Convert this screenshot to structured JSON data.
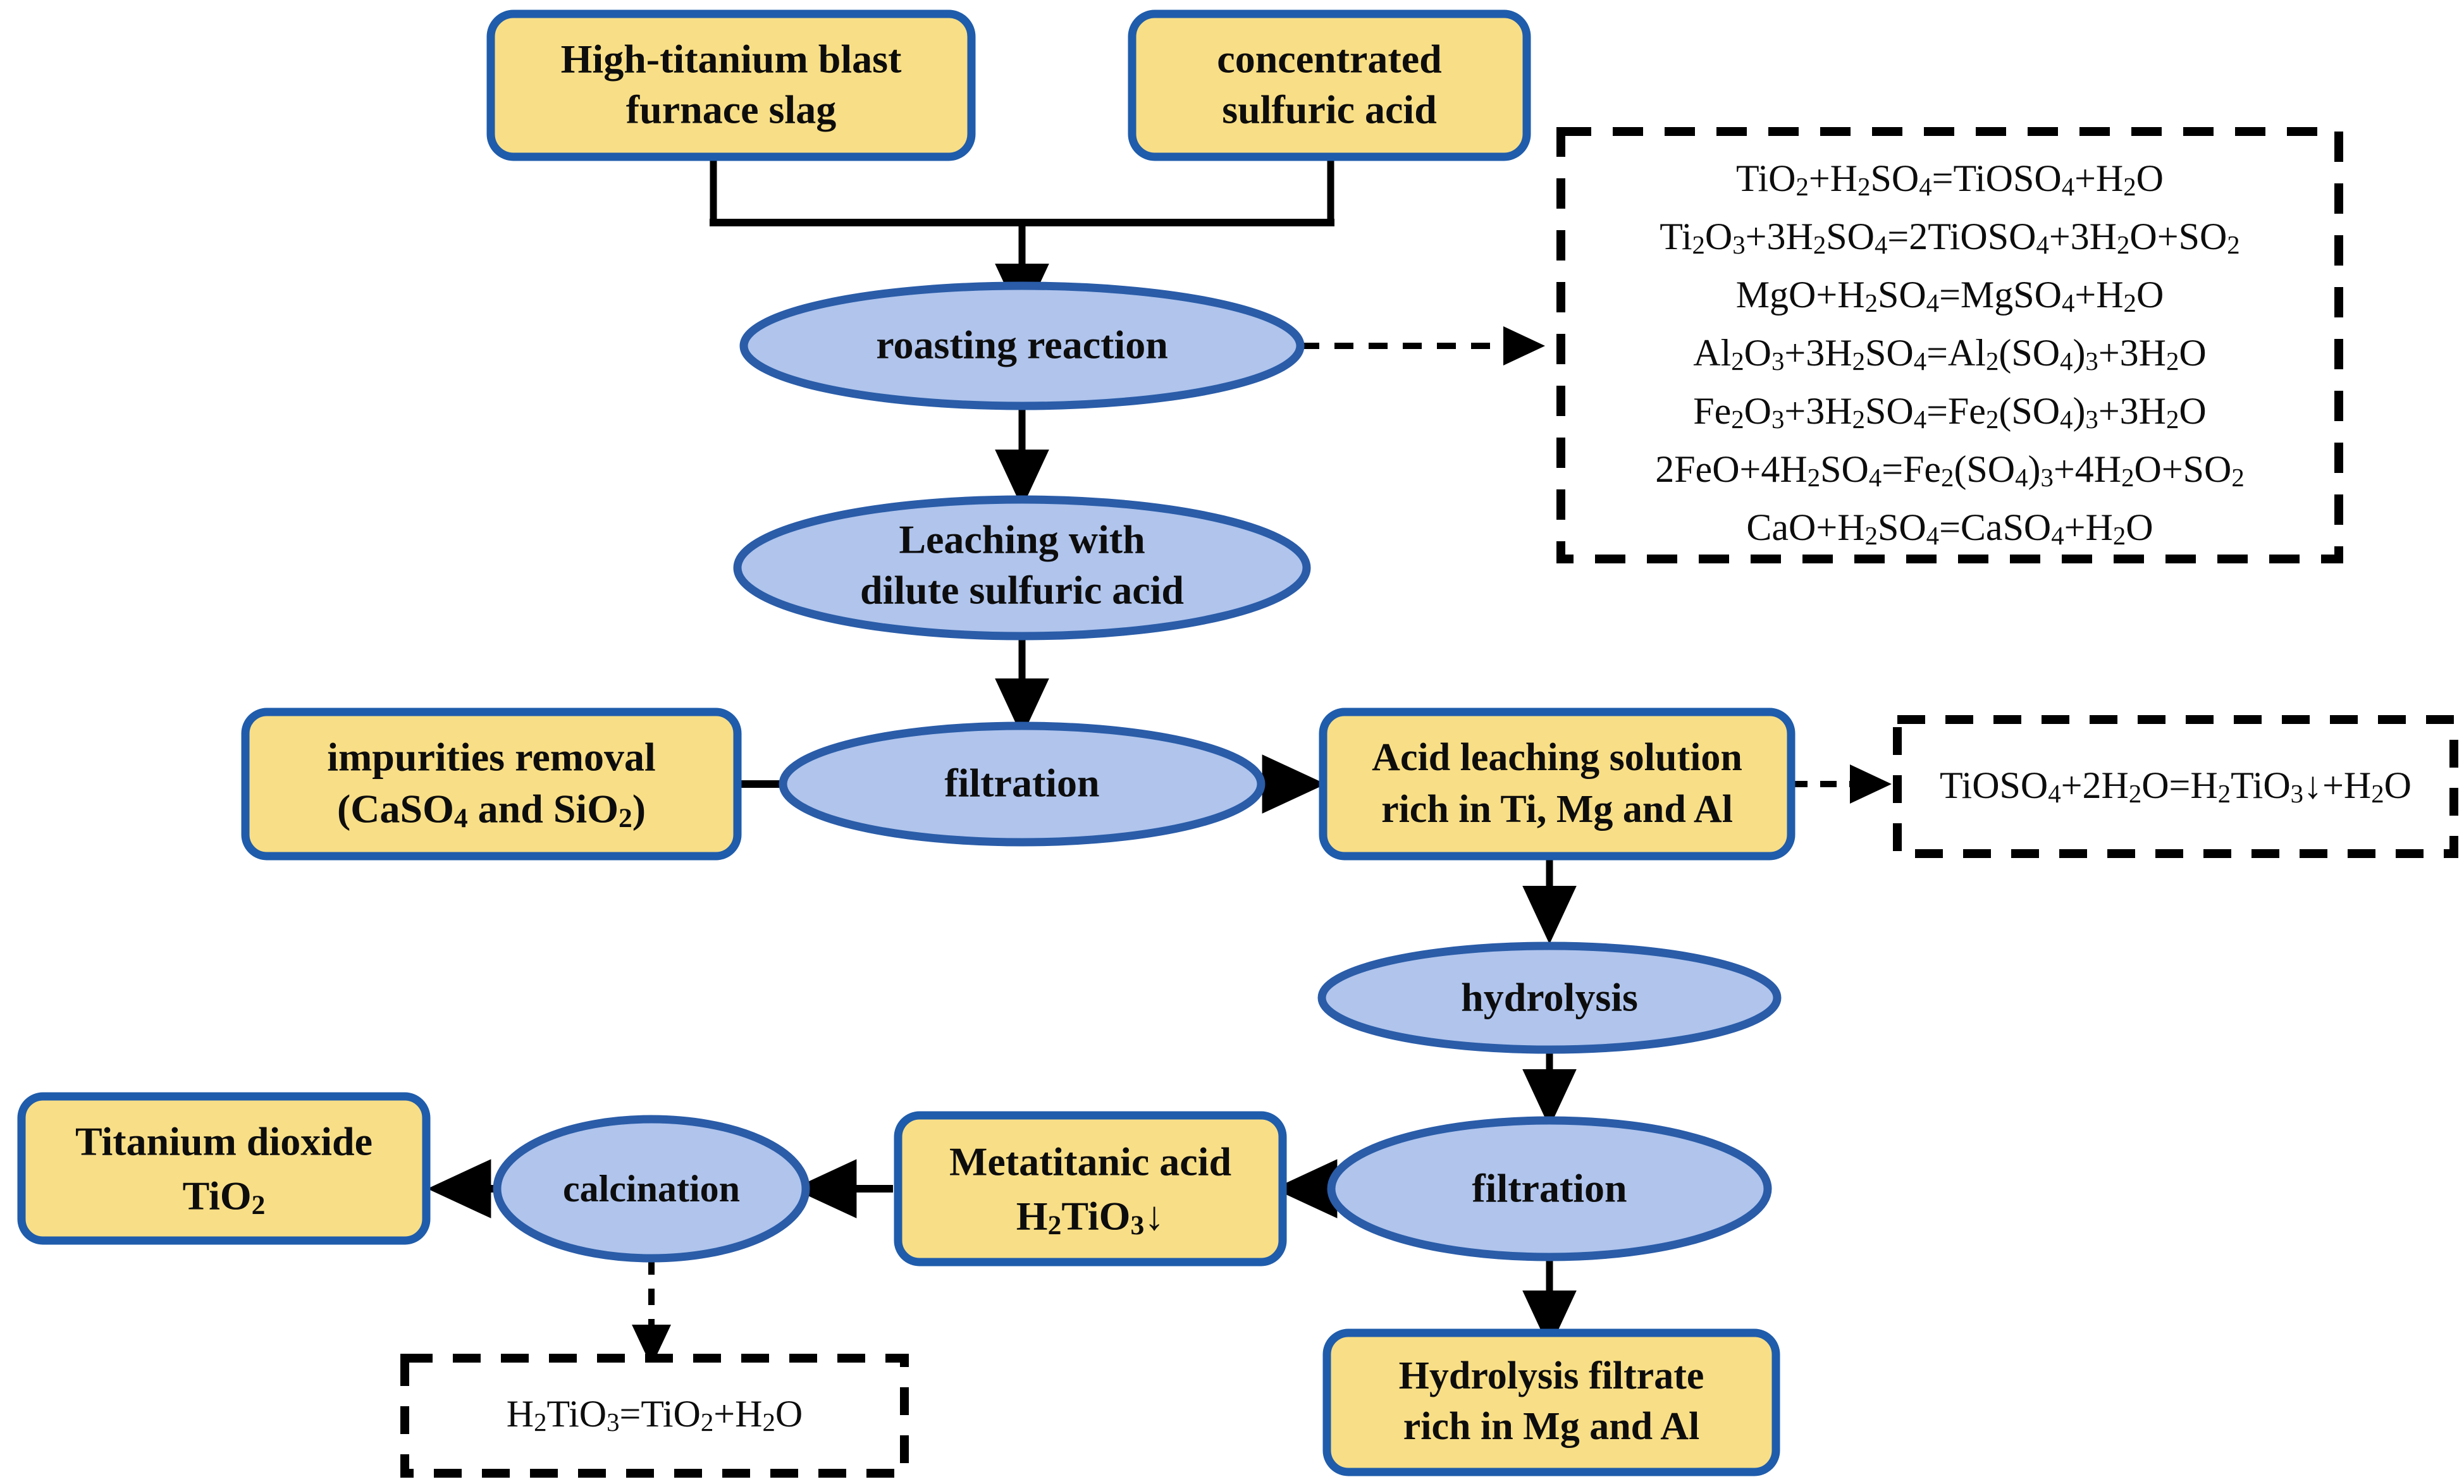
{
  "palette": {
    "box_fill": "#F8DE86",
    "box_stroke": "#1F5CAB",
    "ellipse_fill": "#B0C4EC",
    "ellipse_stroke": "#2A5CA8",
    "line": "#000000",
    "background": "#FFFFFF",
    "text": "#0D0D0D"
  },
  "nodes": {
    "slag": {
      "line1": "High-titanium blast",
      "line2": "furnace slag"
    },
    "acid": {
      "line1": "concentrated",
      "line2": "sulfuric acid"
    },
    "roasting": {
      "line1": "roasting reaction"
    },
    "leaching": {
      "line1": "Leaching with",
      "line2": "dilute sulfuric acid"
    },
    "filtration1": {
      "line1": "filtration"
    },
    "impurities": {
      "line1": "impurities removal",
      "line2": "(CaSO4 and SiO2)"
    },
    "acid_leach_solution": {
      "line1": "Acid leaching solution",
      "line2": "rich in Ti, Mg and Al"
    },
    "hydrolysis": {
      "line1": "hydrolysis"
    },
    "filtration2": {
      "line1": "filtration"
    },
    "metatitanic": {
      "line1": "Metatitanic acid",
      "line2": "H2TiO3↓"
    },
    "calcination": {
      "line1": "calcination"
    },
    "tio2": {
      "line1": "Titanium dioxide",
      "line2": "TiO2"
    },
    "hydrolysis_filtrate": {
      "line1": "Hydrolysis filtrate",
      "line2": "rich in Mg and Al"
    }
  },
  "equation_boxes": {
    "roasting_equations": {
      "lines": [
        "TiO2+H2SO4=TiOSO4+H2O",
        "Ti2O3+3H2SO4=2TiOSO4+3H2O+SO2",
        "MgO+H2SO4=MgSO4+H2O",
        "Al2O3+3H2SO4=Al2(SO4)3+3H2O",
        "Fe2O3+3H2SO4=Fe2(SO4)3+3H2O",
        "2FeO+4H2SO4=Fe2(SO4)3+4H2O+SO2",
        "CaO+H2SO4=CaSO4+H2O"
      ]
    },
    "hydrolysis_equation": {
      "lines": [
        "TiOSO4+2H2O=H2TiO3↓+H2O"
      ]
    },
    "calcination_equation": {
      "lines": [
        "H2TiO3=TiO2+H2O"
      ]
    }
  },
  "chart_data": {
    "type": "table",
    "title": "Sulfuric acid process flowsheet for TiO2 from high-titanium blast furnace slag",
    "process_steps": [
      "High-titanium blast furnace slag",
      "concentrated sulfuric acid",
      "roasting reaction",
      "Leaching with dilute sulfuric acid",
      "filtration",
      "impurities removal (CaSO4 and SiO2)",
      "Acid leaching solution rich in Ti, Mg and Al",
      "hydrolysis",
      "filtration",
      "Metatitanic acid H2TiO3",
      "calcination",
      "Titanium dioxide TiO2",
      "Hydrolysis filtrate rich in Mg and Al"
    ]
  }
}
